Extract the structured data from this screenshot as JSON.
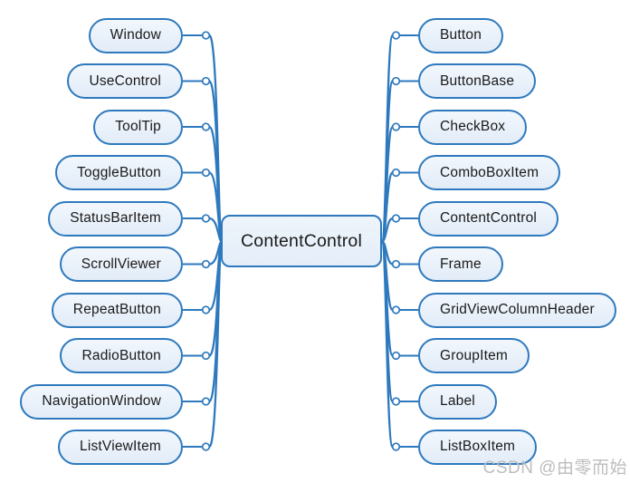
{
  "diagram": {
    "center": {
      "label": "ContentControl"
    },
    "left": [
      {
        "label": "Window"
      },
      {
        "label": "UseControl"
      },
      {
        "label": "ToolTip"
      },
      {
        "label": "ToggleButton"
      },
      {
        "label": "StatusBarItem"
      },
      {
        "label": "ScrollViewer"
      },
      {
        "label": "RepeatButton"
      },
      {
        "label": "RadioButton"
      },
      {
        "label": "NavigationWindow"
      },
      {
        "label": "ListViewItem"
      }
    ],
    "right": [
      {
        "label": "Button"
      },
      {
        "label": "ButtonBase"
      },
      {
        "label": "CheckBox"
      },
      {
        "label": "ComboBoxItem"
      },
      {
        "label": "ContentControl"
      },
      {
        "label": "Frame"
      },
      {
        "label": "GridViewColumnHeader"
      },
      {
        "label": "GroupItem"
      },
      {
        "label": "Label"
      },
      {
        "label": "ListBoxItem"
      }
    ]
  },
  "watermark": "CSDN @由零而始",
  "colors": {
    "line": "#2e79bd",
    "node_border": "#2e79bd",
    "node_fill_top": "#f2f7fd",
    "node_fill_bottom": "#e2ecf8",
    "text": "#1a1a1a",
    "watermark": "#bdbdbd",
    "background": "#ffffff"
  }
}
